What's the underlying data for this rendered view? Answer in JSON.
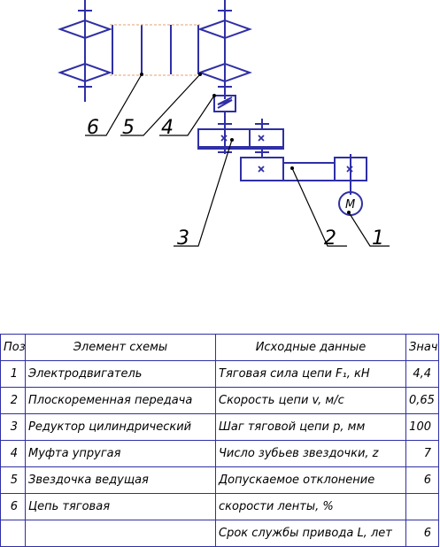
{
  "labels": {
    "l1": "1",
    "l2": "2",
    "l3": "3",
    "l4": "4",
    "l5": "5",
    "l6": "6",
    "motor": "M"
  },
  "table": {
    "headers": {
      "pos": "Поз",
      "element": "Элемент схемы",
      "data": "Исходные данные",
      "value": "Знач"
    },
    "rows": [
      {
        "pos": "1",
        "element": "Электродвигатель",
        "data": "Тяговая сила цепи F₁, кН",
        "value": "4,4"
      },
      {
        "pos": "2",
        "element": "Плоскоременная передача",
        "data": "Скорость цепи v, м/с",
        "value": "0,65"
      },
      {
        "pos": "3",
        "element": "Редуктор цилиндрический",
        "data": "Шаг тяговой цепи p, мм",
        "value": "100"
      },
      {
        "pos": "4",
        "element": "Муфта упругая",
        "data": "Число зубьев звездочки, z",
        "value": "7"
      },
      {
        "pos": "5",
        "element": "Звездочка ведущая",
        "data": "Допускаемое отклонение",
        "value": "6"
      },
      {
        "pos": "6",
        "element": "Цепь тяговая",
        "data": "скорости ленты, %",
        "value": ""
      },
      {
        "pos": "",
        "element": "",
        "data": "Срок службы привода L, лет",
        "value": "6"
      }
    ]
  }
}
